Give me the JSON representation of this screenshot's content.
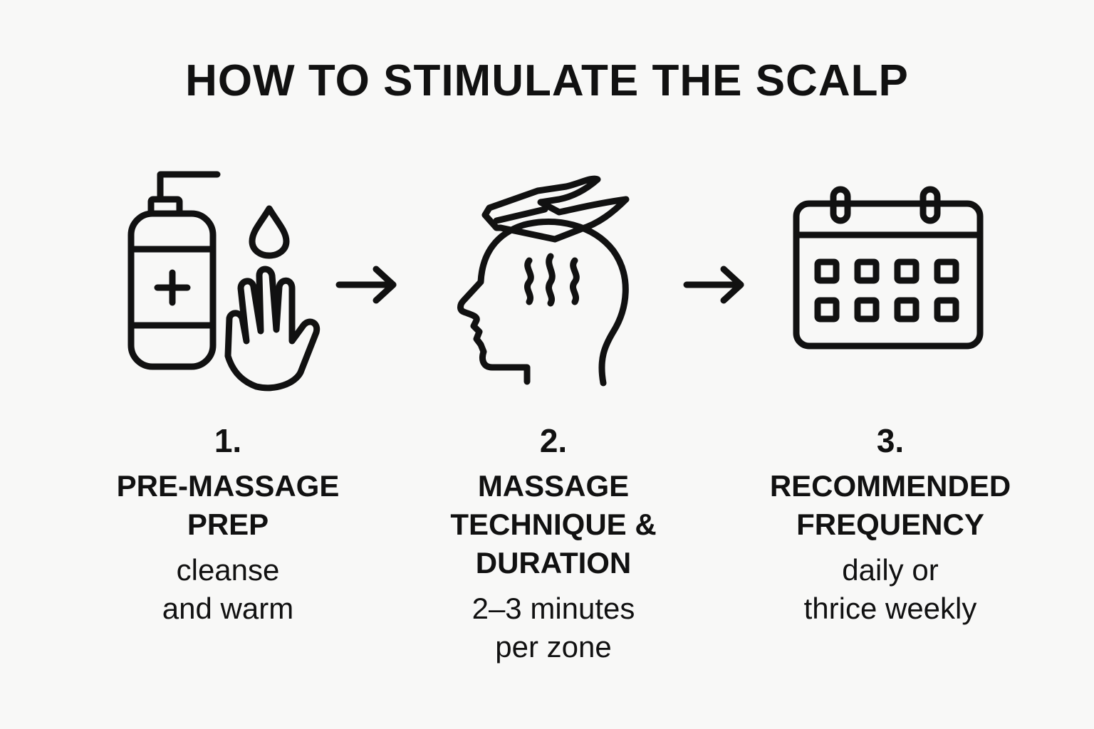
{
  "title": "HOW TO STIMULATE THE SCALP",
  "steps": [
    {
      "number": "1.",
      "title_lines": [
        "PRE-MASSAGE",
        "PREP"
      ],
      "desc_lines": [
        "cleanse",
        "and warm"
      ],
      "icon": "lotion-bottle-and-hand-icon"
    },
    {
      "number": "2.",
      "title_lines": [
        "MASSAGE",
        "TECHNIQUE &",
        "DURATION"
      ],
      "desc_lines": [
        "2–3 minutes",
        "per zone"
      ],
      "icon": "head-massage-icon"
    },
    {
      "number": "3.",
      "title_lines": [
        "RECOMMENDED",
        "FREQUENCY"
      ],
      "desc_lines": [
        "daily or",
        "thrice weekly"
      ],
      "icon": "calendar-icon"
    }
  ],
  "connectors": [
    "arrow-right-icon",
    "arrow-right-icon"
  ],
  "colors": {
    "background": "#f8f8f7",
    "ink": "#111111"
  }
}
